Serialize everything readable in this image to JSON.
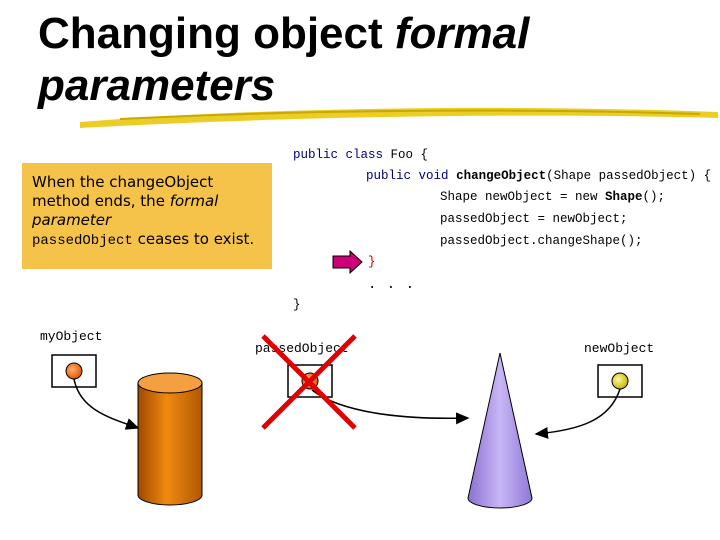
{
  "title": {
    "part1": "Changing object ",
    "part2": "formal",
    "line2": "parameters"
  },
  "code": {
    "public_kw": "public",
    "class_kw": "class",
    "class_rest": " Foo {",
    "m_public": "public",
    "m_void": "void",
    "m_name": "changeObject",
    "m_params": "(Shape passedObject) {",
    "line3_pre": "Shape newObject = new ",
    "line3_shape": "Shape",
    "line3_post": "();",
    "line4": "passedObject = newObject;",
    "line5": "passedObject.changeShape();",
    "close_method": "}",
    "ellipsis": ". . .",
    "close_class": "}"
  },
  "note": {
    "text1": "When the changeObject method ends, the ",
    "italic": "formal parameter",
    "mono": "passedObject",
    "text2": " ceases to exist."
  },
  "labels": {
    "my_object": "myObject",
    "passed_object": "passedObject",
    "new_object": "newObject"
  },
  "colors": {
    "note_bg": "#f5c24a",
    "arrow_pointer": "#cc0077",
    "cylinder": "#e07a00",
    "cone": "#b19de6",
    "cross": "#e00000",
    "dot_orange": "#ff7a00",
    "dot_yellow": "#f0e040"
  }
}
